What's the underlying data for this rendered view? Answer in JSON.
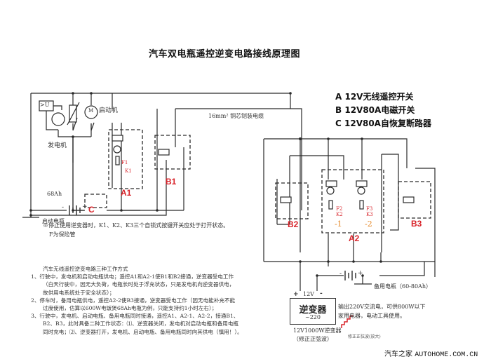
{
  "title": "汽车双电瓶遥控逆变电路接线原理图",
  "legend": [
    {
      "key": "A",
      "text": "12V无线遥控开关"
    },
    {
      "key": "B",
      "text": "12V80A电磁开关"
    },
    {
      "key": "C",
      "text": "12V80A自恢复断路器"
    }
  ],
  "cable_label": "16mm² 铜芯铠装电缆",
  "components": {
    "starter_motor": "启动机",
    "generator": "发电机",
    "starter_battery_capacity": "68Ah",
    "starter_battery": "启动电瓶",
    "backup_battery": "备用电瓶（60-80Ah）",
    "plus": "+",
    "minus": "-",
    "regulator_symbol": ">U",
    "motor_symbol": "M"
  },
  "module_labels": {
    "A1": "A1",
    "A2": "A2",
    "B1": "B1",
    "B2": "B2",
    "B3": "B3",
    "C": "C",
    "A2_ch1": "-1",
    "A2_ch2": "-2"
  },
  "switch_labels": {
    "F1": "F1",
    "K1": "K1",
    "F2": "F2",
    "K2": "K2",
    "F3": "F3",
    "K3": "K3"
  },
  "inverter": {
    "name": "逆变器",
    "ac": "~220",
    "dc_label": "12V",
    "plus": "+",
    "minus": "-",
    "model": "12V1000W逆变器",
    "wave": "（修正正弦波）",
    "output_note_1": "输出220V交流电，可供800W以下",
    "output_note_2": "家用电器，电动工具使用。",
    "wave_caption": "修正正弦波(放大)"
  },
  "warning": {
    "line1": "※停止使用逆变器时，K1、K2、K3三个自锁式按键开关应处于打开状态。",
    "line2": "F为保险管"
  },
  "modes": {
    "heading": "汽车无线遥控逆变电路三种工作方式",
    "lines": [
      "1、行驶中，发电机和启动电瓶供电；遥控A1和A2-1使B1和B2接通，逆变器受电工作",
      "（白天行驶中，因无大负荷，电瓶长时处于浮充状态，只是发电机向逆变器供电，",
      "故供用电系统处于安全状态）；",
      "2、停车时，备用电瓶供电，遥控A2-2使B3接通，逆变器受电工作（因无电能补充不能",
      "过度使用，估算以600W电饭煲68Ah电瓶为例，只能支持约1小时左右）；",
      "3、行驶中，发电机、启动电瓶、备用电瓶同时接通，遥控A1、A2-1、A2-2，接通B1、",
      "B2、B3，此时具备二种工作状态：⑴、逆变器关闭，发电机对启动电瓶和备用电瓶",
      "同时充电；⑵、逆变器打开，发电机、启动电瓶、备用电瓶同时向其供电（慎用！）。"
    ]
  },
  "watermark": {
    "cn": "汽车之家",
    "en": "AUTOHOME.COM.CN"
  },
  "colors": {
    "line": "#2a2a2a",
    "label_red": "#d8232a",
    "label_orange": "#e58a2b"
  }
}
